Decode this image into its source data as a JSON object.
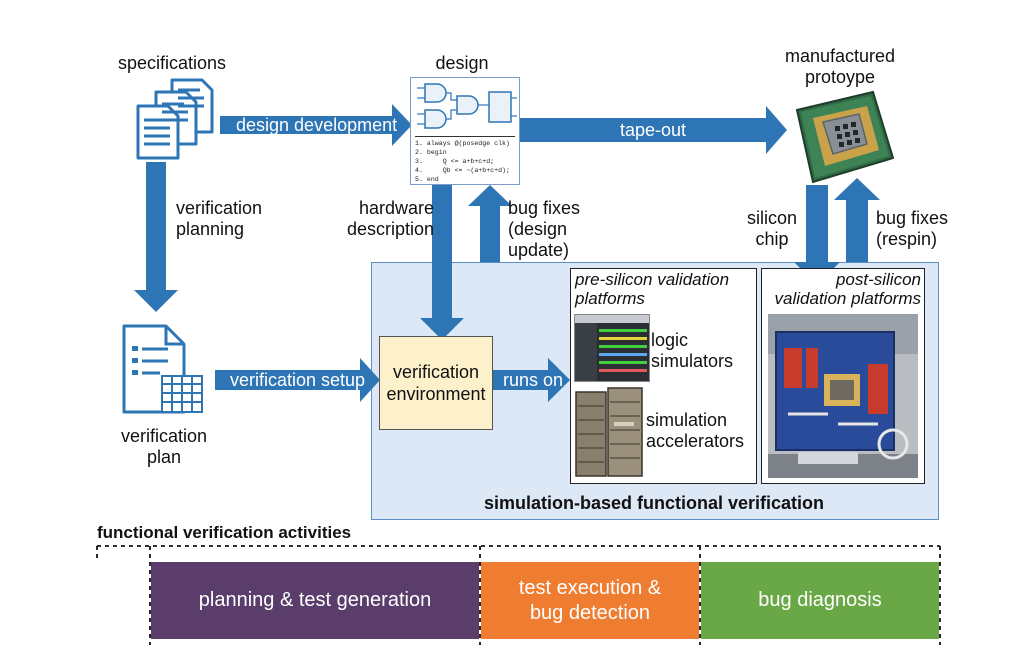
{
  "nodes": {
    "specifications": "specifications",
    "design": "design",
    "prototype_line1": "manufactured",
    "prototype_line2": "protoype",
    "plan_line1": "verification",
    "plan_line2": "plan",
    "env_line1": "verification",
    "env_line2": "environment"
  },
  "arrows": {
    "design_development": "design development",
    "tape_out": "tape-out",
    "verification_setup": "verification setup",
    "runs_on": "runs on",
    "verification_planning_1": "verification",
    "verification_planning_2": "planning",
    "hw_desc_1": "hardware",
    "hw_desc_2": "description",
    "bug_fixes_design_1": "bug fixes",
    "bug_fixes_design_2": "(design",
    "bug_fixes_design_3": "update)",
    "silicon_chip_1": "silicon",
    "silicon_chip_2": "chip",
    "bug_fixes_respin_1": "bug fixes",
    "bug_fixes_respin_2": "(respin)"
  },
  "code_lines": [
    "1. always @(posedge clk)",
    "2. begin",
    "3.     Q <= a+b+c+d;",
    "4.     Qb <= ~(a+b+c+d);",
    "5. end"
  ],
  "pre_silicon": {
    "title_1": "pre-silicon validation",
    "title_2": "platforms",
    "logic_1": "logic",
    "logic_2": "simulators",
    "sim_1": "simulation",
    "sim_2": "accelerators"
  },
  "post_silicon": {
    "title_1": "post-silicon",
    "title_2": "validation platforms"
  },
  "sim_region_label": "simulation-based functional verification",
  "activities": {
    "title": "functional verification activities",
    "planning": "planning & test generation",
    "execution_1": "test execution &",
    "execution_2": "bug detection",
    "diagnosis": "bug diagnosis"
  },
  "colors": {
    "arrow": "#2e75b6",
    "icon_blue": "#2e75b6",
    "region_fill": "#dce8f5",
    "region_border": "#5b8fc7",
    "env_fill": "#fdf1cc",
    "planning": "#5a3d6b",
    "execution": "#ee7d31",
    "diagnosis": "#6aa847"
  }
}
